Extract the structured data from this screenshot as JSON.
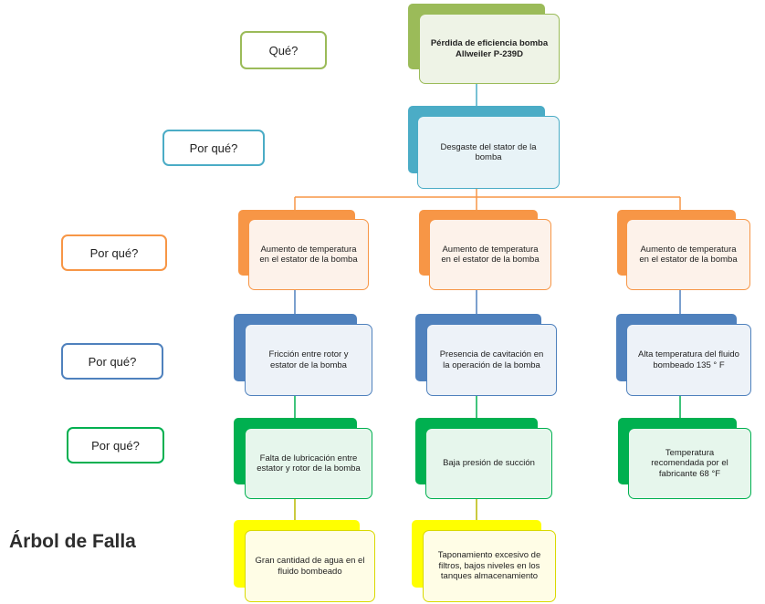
{
  "labels": {
    "que": "Qué?",
    "porque1": "Por qué?",
    "porque2": "Por qué?",
    "porque3": "Por qué?",
    "porque4": "Por qué?"
  },
  "nodes": {
    "root": "Pérdida de eficiencia bomba Allweiler P-239D",
    "level1": "Desgaste del stator de la bomba",
    "l2_left": "Aumento de temperatura en el estator de la bomba",
    "l2_mid": "Aumento de temperatura en el estator de la bomba",
    "l2_right": "Aumento de temperatura en el estator de la bomba",
    "l3_left": "Fricción entre rotor y estator de la bomba",
    "l3_mid": "Presencia de cavitación en la operación de la bomba",
    "l3_right": "Alta temperatura del fluido bombeado 135 ° F",
    "l4_left": "Falta de lubricación entre estator y rotor de la bomba",
    "l4_mid": "Baja presión de succión",
    "l4_right": "Temperatura recomendada por el fabricante 68 °F",
    "l5_left": "Gran cantidad de agua en el fluido bombeado",
    "l5_mid": "Taponamiento excesivo de filtros, bajos niveles en los tanques almacenamiento"
  },
  "title": "Árbol de Falla",
  "colors": {
    "green_light": "#9bbb59",
    "teal": "#4bacc6",
    "orange": "#f79646",
    "blue": "#4f81bd",
    "green": "#00b050",
    "yellow": "#ffff00"
  }
}
